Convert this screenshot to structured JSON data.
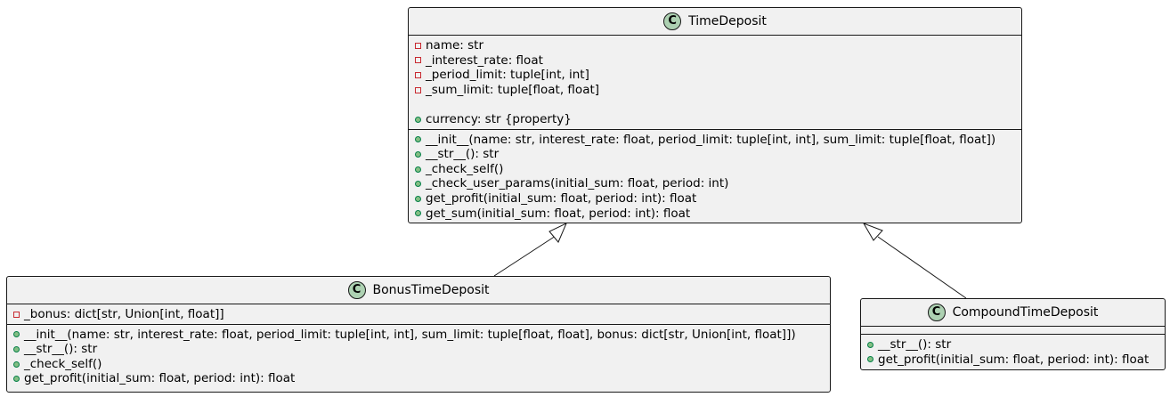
{
  "diagram": {
    "classes": {
      "time_deposit": {
        "name": "TimeDeposit",
        "stereotype_letter": "C",
        "attributes": [
          {
            "visibility": "private",
            "text": "name: str"
          },
          {
            "visibility": "private",
            "text": "_interest_rate: float"
          },
          {
            "visibility": "private",
            "text": "_period_limit: tuple[int, int]"
          },
          {
            "visibility": "private",
            "text": "_sum_limit: tuple[float, float]"
          },
          {
            "visibility": "public",
            "text": "currency: str {property}"
          }
        ],
        "methods": [
          {
            "visibility": "public",
            "text": "__init__(name: str, interest_rate: float, period_limit: tuple[int, int], sum_limit: tuple[float, float])"
          },
          {
            "visibility": "public",
            "text": "__str__(): str"
          },
          {
            "visibility": "public",
            "text": "_check_self()"
          },
          {
            "visibility": "public",
            "text": "_check_user_params(initial_sum: float, period: int)"
          },
          {
            "visibility": "public",
            "text": "get_profit(initial_sum: float, period: int): float"
          },
          {
            "visibility": "public",
            "text": "get_sum(initial_sum: float, period: int): float"
          }
        ]
      },
      "bonus_time_deposit": {
        "name": "BonusTimeDeposit",
        "stereotype_letter": "C",
        "attributes": [
          {
            "visibility": "private",
            "text": "_bonus: dict[str, Union[int, float]]"
          }
        ],
        "methods": [
          {
            "visibility": "public",
            "text": "__init__(name: str, interest_rate: float, period_limit: tuple[int, int], sum_limit: tuple[float, float], bonus: dict[str, Union[int, float]])"
          },
          {
            "visibility": "public",
            "text": "__str__(): str"
          },
          {
            "visibility": "public",
            "text": "_check_self()"
          },
          {
            "visibility": "public",
            "text": "get_profit(initial_sum: float, period: int): float"
          }
        ]
      },
      "compound_time_deposit": {
        "name": "CompoundTimeDeposit",
        "stereotype_letter": "C",
        "attributes": [],
        "methods": [
          {
            "visibility": "public",
            "text": "__str__(): str"
          },
          {
            "visibility": "public",
            "text": "get_profit(initial_sum: float, period: int): float"
          }
        ]
      }
    },
    "relations": [
      {
        "type": "inheritance",
        "from": "BonusTimeDeposit",
        "to": "TimeDeposit"
      },
      {
        "type": "inheritance",
        "from": "CompoundTimeDeposit",
        "to": "TimeDeposit"
      }
    ],
    "colors": {
      "class_fill": "#f1f1f1",
      "border": "#181818",
      "class_icon": "#add1b2",
      "private_marker": "#c82930",
      "public_marker": "#84be84"
    }
  }
}
